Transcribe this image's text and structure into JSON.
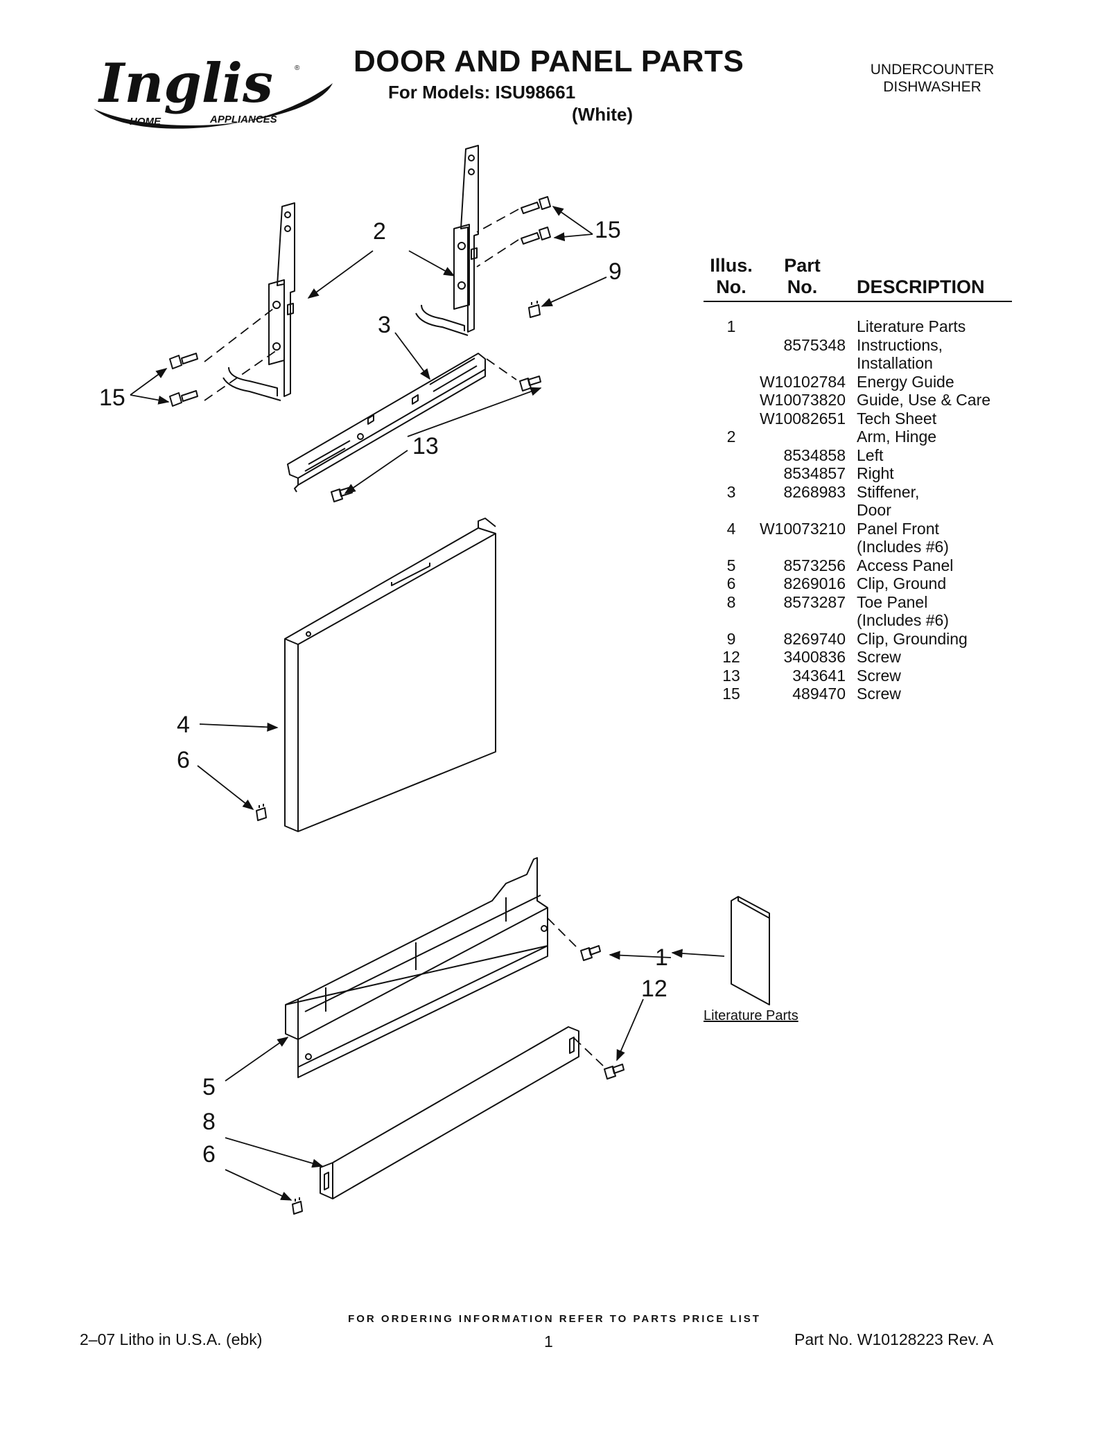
{
  "header": {
    "brand": "Inglis",
    "brand_sub_left": "HOME",
    "brand_sub_right": "APPLIANCES",
    "title": "DOOR AND PANEL PARTS",
    "models_line": "For Models: ISU98661",
    "models_color": "(White)",
    "product_type_line1": "UNDERCOUNTER",
    "product_type_line2": "DISHWASHER"
  },
  "diagram": {
    "callouts": {
      "c2": "2",
      "c15a": "15",
      "c9": "9",
      "c3": "3",
      "c15b": "15",
      "c13": "13",
      "c4": "4",
      "c6a": "6",
      "c1": "1",
      "c12": "12",
      "c5": "5",
      "c8": "8",
      "c6b": "6"
    },
    "literature_label": "Literature Parts"
  },
  "parts_table": {
    "headers": {
      "illus_1": "Illus.",
      "illus_2": "No.",
      "part_1": "Part",
      "part_2": "No.",
      "description": "DESCRIPTION"
    },
    "rows": [
      {
        "illus": "1",
        "part": "",
        "desc": "Literature Parts"
      },
      {
        "illus": "",
        "part": "8575348",
        "desc": "Instructions,"
      },
      {
        "illus": "",
        "part": "",
        "desc": "Installation"
      },
      {
        "illus": "",
        "part": "W10102784",
        "desc": "Energy Guide"
      },
      {
        "illus": "",
        "part": "W10073820",
        "desc": "Guide, Use & Care"
      },
      {
        "illus": "",
        "part": "W10082651",
        "desc": "Tech Sheet"
      },
      {
        "illus": "2",
        "part": "",
        "desc": "Arm, Hinge"
      },
      {
        "illus": "",
        "part": "8534858",
        "desc": "Left"
      },
      {
        "illus": "",
        "part": "8534857",
        "desc": "Right"
      },
      {
        "illus": "3",
        "part": "8268983",
        "desc": "Stiffener,"
      },
      {
        "illus": "",
        "part": "",
        "desc": "Door"
      },
      {
        "illus": "4",
        "part": "W10073210",
        "desc": "Panel Front"
      },
      {
        "illus": "",
        "part": "",
        "desc": "(Includes #6)"
      },
      {
        "illus": "5",
        "part": "8573256",
        "desc": "Access Panel"
      },
      {
        "illus": "6",
        "part": "8269016",
        "desc": "Clip, Ground"
      },
      {
        "illus": "8",
        "part": "8573287",
        "desc": "Toe Panel"
      },
      {
        "illus": "",
        "part": "",
        "desc": "(Includes #6)"
      },
      {
        "illus": "9",
        "part": "8269740",
        "desc": "Clip, Grounding"
      },
      {
        "illus": "12",
        "part": "3400836",
        "desc": "Screw"
      },
      {
        "illus": "13",
        "part": "343641",
        "desc": "Screw"
      },
      {
        "illus": "15",
        "part": "489470",
        "desc": "Screw"
      }
    ]
  },
  "footer": {
    "ordering": "FOR ORDERING INFORMATION REFER TO PARTS PRICE LIST",
    "litho": "2–07 Litho in U.S.A. (ebk)",
    "page": "1",
    "part_no": "Part No. W10128223 Rev. A"
  }
}
